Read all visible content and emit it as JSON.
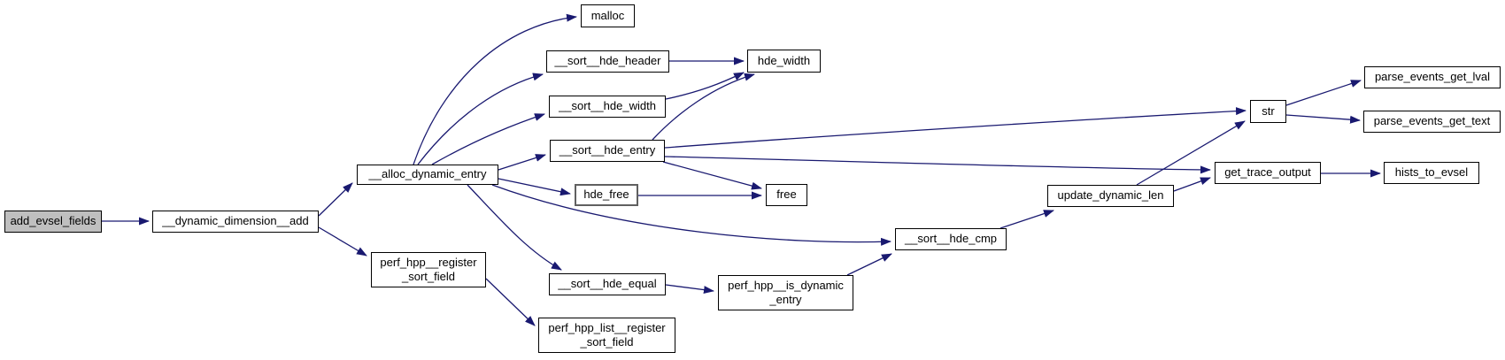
{
  "diagram": {
    "type": "doxygen-call-graph",
    "root": "add_evsel_fields",
    "colors": {
      "edge": "#191970",
      "node_border": "#000000",
      "node_fill": "#ffffff",
      "root_fill": "#bfbfbf",
      "muted_border": "#606060"
    },
    "nodes": [
      {
        "id": "add_evsel_fields",
        "label": "add_evsel_fields",
        "kind": "root"
      },
      {
        "id": "__dynamic_dimension__add",
        "label": "__dynamic_dimension__add",
        "kind": "default"
      },
      {
        "id": "__alloc_dynamic_entry",
        "label": "__alloc_dynamic_entry",
        "kind": "default"
      },
      {
        "id": "perf_hpp__register_sort_field",
        "label": "perf_hpp__register\n_sort_field",
        "kind": "default"
      },
      {
        "id": "malloc",
        "label": "malloc",
        "kind": "default"
      },
      {
        "id": "__sort__hde_header",
        "label": "__sort__hde_header",
        "kind": "default"
      },
      {
        "id": "hde_width",
        "label": "hde_width",
        "kind": "default"
      },
      {
        "id": "__sort__hde_width",
        "label": "__sort__hde_width",
        "kind": "default"
      },
      {
        "id": "__sort__hde_entry",
        "label": "__sort__hde_entry",
        "kind": "default"
      },
      {
        "id": "hde_free",
        "label": "hde_free",
        "kind": "muted"
      },
      {
        "id": "free",
        "label": "free",
        "kind": "default"
      },
      {
        "id": "__sort__hde_equal",
        "label": "__sort__hde_equal",
        "kind": "default"
      },
      {
        "id": "perf_hpp_list__register_sort_field",
        "label": "perf_hpp_list__register\n_sort_field",
        "kind": "default"
      },
      {
        "id": "perf_hpp__is_dynamic_entry",
        "label": "perf_hpp__is_dynamic\n_entry",
        "kind": "default"
      },
      {
        "id": "__sort__hde_cmp",
        "label": "__sort__hde_cmp",
        "kind": "default"
      },
      {
        "id": "update_dynamic_len",
        "label": "update_dynamic_len",
        "kind": "default"
      },
      {
        "id": "str",
        "label": "str",
        "kind": "default"
      },
      {
        "id": "get_trace_output",
        "label": "get_trace_output",
        "kind": "default"
      },
      {
        "id": "hists_to_evsel",
        "label": "hists_to_evsel",
        "kind": "default"
      },
      {
        "id": "parse_events_get_lval",
        "label": "parse_events_get_lval",
        "kind": "default"
      },
      {
        "id": "parse_events_get_text",
        "label": "parse_events_get_text",
        "kind": "default"
      }
    ],
    "edges": [
      {
        "from": "add_evsel_fields",
        "to": "__dynamic_dimension__add"
      },
      {
        "from": "__dynamic_dimension__add",
        "to": "__alloc_dynamic_entry"
      },
      {
        "from": "__dynamic_dimension__add",
        "to": "perf_hpp__register_sort_field"
      },
      {
        "from": "__alloc_dynamic_entry",
        "to": "malloc"
      },
      {
        "from": "__alloc_dynamic_entry",
        "to": "__sort__hde_header"
      },
      {
        "from": "__alloc_dynamic_entry",
        "to": "__sort__hde_width"
      },
      {
        "from": "__alloc_dynamic_entry",
        "to": "__sort__hde_entry"
      },
      {
        "from": "__alloc_dynamic_entry",
        "to": "hde_free"
      },
      {
        "from": "__alloc_dynamic_entry",
        "to": "__sort__hde_cmp"
      },
      {
        "from": "__alloc_dynamic_entry",
        "to": "__sort__hde_equal"
      },
      {
        "from": "__sort__hde_header",
        "to": "hde_width"
      },
      {
        "from": "__sort__hde_width",
        "to": "hde_width"
      },
      {
        "from": "__sort__hde_entry",
        "to": "hde_width"
      },
      {
        "from": "__sort__hde_entry",
        "to": "str"
      },
      {
        "from": "__sort__hde_entry",
        "to": "get_trace_output"
      },
      {
        "from": "__sort__hde_entry",
        "to": "free"
      },
      {
        "from": "hde_free",
        "to": "free"
      },
      {
        "from": "__sort__hde_equal",
        "to": "perf_hpp__is_dynamic_entry"
      },
      {
        "from": "perf_hpp__is_dynamic_entry",
        "to": "__sort__hde_cmp"
      },
      {
        "from": "__sort__hde_cmp",
        "to": "update_dynamic_len"
      },
      {
        "from": "update_dynamic_len",
        "to": "str"
      },
      {
        "from": "update_dynamic_len",
        "to": "get_trace_output"
      },
      {
        "from": "get_trace_output",
        "to": "hists_to_evsel"
      },
      {
        "from": "str",
        "to": "parse_events_get_lval"
      },
      {
        "from": "str",
        "to": "parse_events_get_text"
      },
      {
        "from": "perf_hpp__register_sort_field",
        "to": "perf_hpp_list__register_sort_field"
      }
    ]
  }
}
